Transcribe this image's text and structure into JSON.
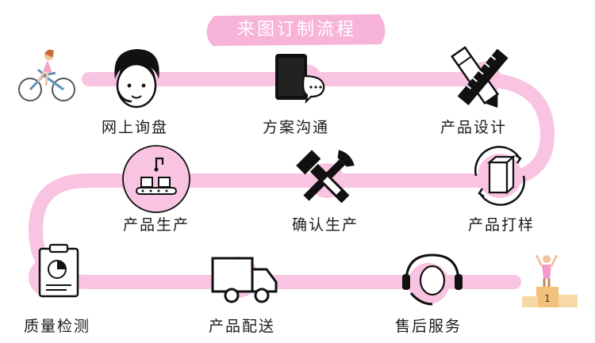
{
  "title": "来图订制流程",
  "steps": [
    {
      "label": "网上询盘",
      "icon": "customer-service-woman-icon"
    },
    {
      "label": "方案沟通",
      "icon": "chat-phone-icon"
    },
    {
      "label": "产品设计",
      "icon": "design-tools-icon"
    },
    {
      "label": "产品打样",
      "icon": "sample-box-icon"
    },
    {
      "label": "确认生产",
      "icon": "hammer-wrench-icon"
    },
    {
      "label": "产品生产",
      "icon": "production-line-icon"
    },
    {
      "label": "质量检测",
      "icon": "clipboard-chart-icon"
    },
    {
      "label": "产品配送",
      "icon": "delivery-truck-icon"
    },
    {
      "label": "售后服务",
      "icon": "headset-support-icon"
    }
  ],
  "podium_rank": "1",
  "colors": {
    "track": "#f9c3e2",
    "title_bg": "#f7b3d8",
    "accent": "#f49ac8",
    "ink": "#111111"
  }
}
